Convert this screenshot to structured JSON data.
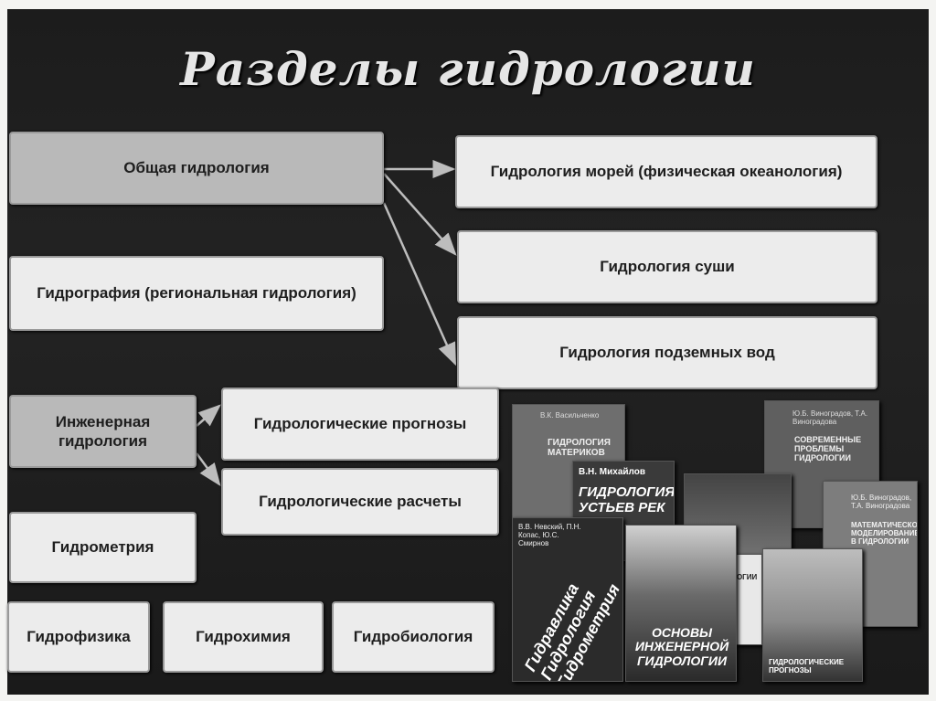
{
  "title": "Разделы гидрологии",
  "boxes": {
    "general": "Общая гидрология",
    "seas": "Гидрология морей (физическая океанология)",
    "land": "Гидрология суши",
    "groundwater": "Гидрология подземных вод",
    "hydrography": "Гидрография (региональная гидрология)",
    "engineering": "Инженерная гидрология",
    "forecasts": "Гидрологические прогнозы",
    "calculations": "Гидрологические расчеты",
    "hydrometry": "Гидрометрия",
    "hydrophysics": "Гидрофизика",
    "hydrochemistry": "Гидрохимия",
    "hydrobiology": "Гидробиология"
  },
  "books": {
    "b1": {
      "author": "В.К. Васильченко",
      "title": "Гидрология материков"
    },
    "b2": {
      "author": "В.Н. Михайлов",
      "title": "Гидрология устьев рек"
    },
    "b3": {
      "author": "Ю.Б. Виноградов, Т.А. Виноградова",
      "title": "Современные проблемы гидрологии"
    },
    "b4": {
      "author": "В.В. Невский, П.Н. Копас, Ю.С. Смирнов",
      "title": "Гидравлика Гидрология Гидрометрия"
    },
    "b5": {
      "author": "",
      "title": "Основы гидрогеологии"
    },
    "b6": {
      "author": "Ю.Б. Виноградов, Т.А. Виноградова",
      "title": "Математическое моделирование в гидрологии"
    },
    "b7": {
      "author": "",
      "title": "Основы инженерной гидрологии"
    },
    "b8": {
      "author": "",
      "title": "Гидрологические прогнозы"
    }
  }
}
